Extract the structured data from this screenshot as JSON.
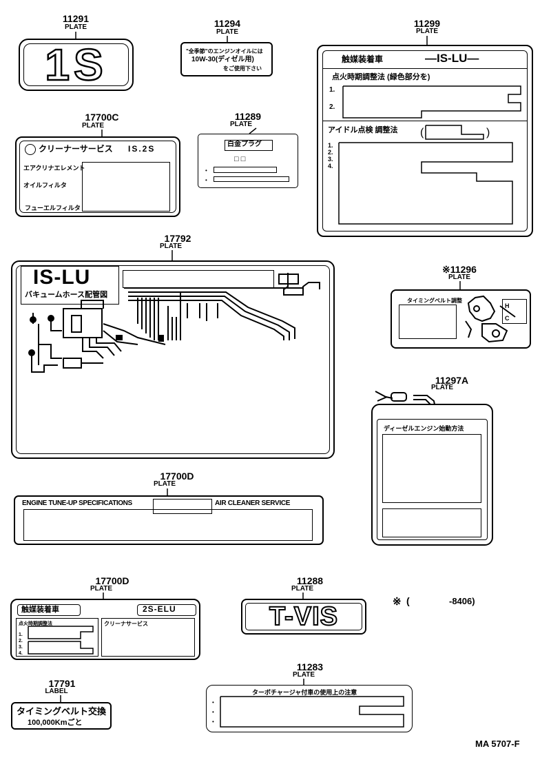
{
  "items": [
    {
      "id": "p11291",
      "number": "11291",
      "kind": "PLATE",
      "text": "1S"
    },
    {
      "id": "p11294",
      "number": "11294",
      "kind": "PLATE",
      "line1": "\"全季節\"のエンジンオイルには",
      "line2": "10W-30(ディゼル用)",
      "line3": "をご使用下さい"
    },
    {
      "id": "p11299",
      "number": "11299",
      "kind": "PLATE",
      "header_left": "触媒装着車",
      "header_right": "—IS-LU—",
      "section1": "点火時期調整法 (緑色部分を)",
      "section2": "アイドル点検 調整法"
    },
    {
      "id": "p17700c",
      "number": "17700C",
      "kind": "PLATE",
      "title": "クリーナーサービス",
      "model": "IS.2S",
      "row1": "エアクリナエレメント",
      "row2": "オイルフィルタ",
      "row3": "フューエルフィルタ"
    },
    {
      "id": "p11289",
      "number": "11289",
      "kind": "PLATE",
      "header": "白金プラグ",
      "marks": "□ □"
    },
    {
      "id": "p17792",
      "number": "17792",
      "kind": "PLATE",
      "title": "IS-LU",
      "subtitle": "バキュームホース配管図"
    },
    {
      "id": "p11296",
      "number": "11296",
      "prefix": "※",
      "kind": "PLATE",
      "header": "タイミングベルト調整"
    },
    {
      "id": "p11297a",
      "number": "11297A",
      "kind": "PLATE",
      "header": "ディーゼルエンジン始動方法"
    },
    {
      "id": "p17700d_1",
      "number": "17700D",
      "kind": "PLATE",
      "left": "ENGINE TUNE-UP SPECIFICATIONS",
      "right": "AIR CLEANER  SERVICE"
    },
    {
      "id": "p17700d_2",
      "number": "17700D",
      "kind": "PLATE",
      "header_left": "触媒装着車",
      "header_right": "2S-ELU",
      "left_section": "点火時期調整法",
      "right_section": "クリーナサービス"
    },
    {
      "id": "p11288",
      "number": "11288",
      "kind": "PLATE",
      "text": "T-VIS"
    },
    {
      "id": "p17791",
      "number": "17791",
      "kind": "LABEL",
      "line1": "タイミングベルト交換",
      "line2": "100,000Kmごと"
    },
    {
      "id": "p11283",
      "number": "11283",
      "kind": "PLATE",
      "header": "ターボチャージャ付車の使用上の注意"
    }
  ],
  "note": {
    "symbol": "※",
    "open": "(",
    "value": "-8406)"
  },
  "footer_code": "MA 5707-F"
}
